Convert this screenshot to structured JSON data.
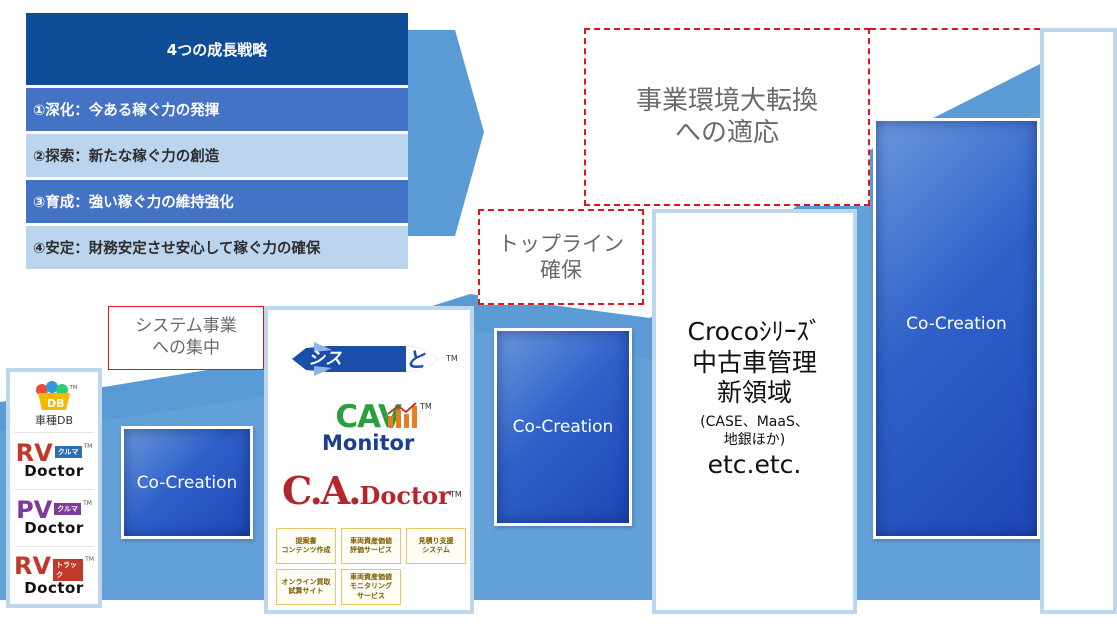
{
  "strategy": {
    "title": "4つの成長戦略",
    "items": [
      "①深化：今ある稼ぐ力の発揮",
      "②探索：新たな稼ぐ力の創造",
      "③育成：強い稼ぐ力の維持強化",
      "④安定：財務安定させ安心して稼ぐ力の確保"
    ]
  },
  "callouts": {
    "adaptation": "事業環境大転換\nへの適応",
    "topline": "トップライン\n確保",
    "system_focus": "システム事業\nへの集中"
  },
  "co_creation": {
    "label": "Co-Creation"
  },
  "products": {
    "cardb": "車種DB",
    "tag_kuruma": "クルマ",
    "tag_truck": "トラック",
    "rv": "RV",
    "pv": "PV",
    "doctor": "Doctor",
    "tm": "TM"
  },
  "services": {
    "rocket_badge": "シス",
    "rocket_text": "ろけっと",
    "cav_line1": "CAV",
    "cav_line2": "Monitor",
    "cadoctor_main": "C.A.",
    "cadoctor_sub": "Doctor",
    "tm": "TM",
    "items": [
      "提案書\nコンテンツ作成",
      "車両資産価値\n評価サービス",
      "見積り支援\nシステム",
      "オンライン買取\n試算サイト",
      "車両資産価値\nモニタリング\nサービス"
    ]
  },
  "croco": {
    "line1": "Crocoｼﾘｰｽﾞ",
    "line2": "中古車管理",
    "line3": "新領域",
    "note1": "(CASE、MaaS、",
    "note2": "地銀ほか)",
    "line4": "etc.etc."
  },
  "colors": {
    "title_bg": "#0f4d96",
    "row_dark": "#4472c4",
    "row_light": "#bcd5ef",
    "arrow": "#5b9bd5",
    "dash_red": "#e0141f",
    "panel_border": "#bdd7ee"
  }
}
